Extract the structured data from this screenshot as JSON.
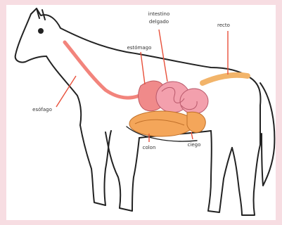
{
  "diagram": {
    "labels": {
      "intestino_line1": "intestino",
      "intestino_line2": "delgado",
      "recto": "recto",
      "estomago": "estómago",
      "esofago": "esófago",
      "colon": "colon",
      "ciego": "ciego"
    },
    "colors": {
      "background": "#f7dde2",
      "panel": "#ffffff",
      "outline": "#222222",
      "esophagus": "#f2847c",
      "stomach": "#f08a8a",
      "intestine_pink": "#f3a0ad",
      "colon_orange": "#f4a65a",
      "rectum_orange": "#f2b46a",
      "leader_line": "#e8503a"
    }
  }
}
